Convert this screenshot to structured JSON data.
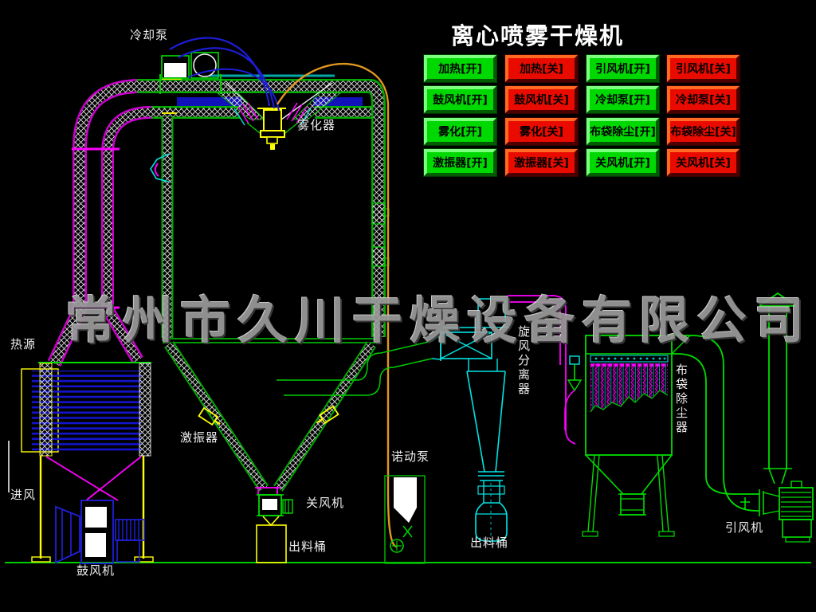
{
  "title": "离心喷雾干燥机",
  "watermark": "常州市久川干燥设备有限公司",
  "buttons": [
    {
      "label": "加热[开]",
      "state": "on"
    },
    {
      "label": "加热[关]",
      "state": "off"
    },
    {
      "label": "引风机[开]",
      "state": "on"
    },
    {
      "label": "引风机[关]",
      "state": "off"
    },
    {
      "label": "鼓风机[开]",
      "state": "on"
    },
    {
      "label": "鼓风机[关]",
      "state": "off"
    },
    {
      "label": "冷却泵[开]",
      "state": "on"
    },
    {
      "label": "冷却泵[关]",
      "state": "off"
    },
    {
      "label": "雾化[开]",
      "state": "on"
    },
    {
      "label": "雾化[关]",
      "state": "off"
    },
    {
      "label": "布袋除尘[开]",
      "state": "on"
    },
    {
      "label": "布袋除尘[关]",
      "state": "off"
    },
    {
      "label": "激振器[开]",
      "state": "on"
    },
    {
      "label": "激振器[关]",
      "state": "off"
    },
    {
      "label": "关风机[开]",
      "state": "on"
    },
    {
      "label": "关风机[关]",
      "state": "off"
    }
  ],
  "diagram_labels": {
    "cooling_pump": "冷却泵",
    "atomizer": "雾化器",
    "heat_source": "热源",
    "air_inlet": "进风",
    "blower": "鼓风机",
    "vibrator": "激振器",
    "rotary_valve": "关风机",
    "discharge_barrel_1": "出料桶",
    "peristaltic_pump": "诺动泵",
    "discharge_barrel_2": "出料桶",
    "cyclone_separator": "旋风分离器",
    "bag_filter": "布袋除尘器",
    "induced_draft_fan": "引风机"
  },
  "colors": {
    "button_on": "#00d802",
    "button_off": "#ea0b00",
    "line_green": "#00cc00",
    "magenta": "#ff00ff",
    "cyan": "#00e5e5",
    "blue": "#1d1dd8",
    "yellow": "#ffff00",
    "orange": "#e0971f",
    "watermark_gray": "#9c9c9c"
  }
}
